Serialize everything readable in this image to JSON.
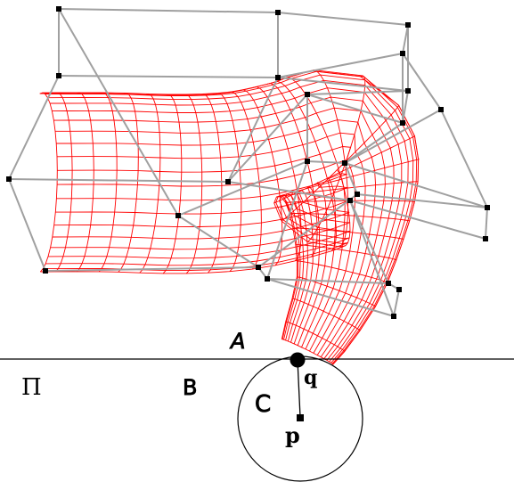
{
  "labels": {
    "plane": "Π",
    "region_a": "A",
    "region_b": "B",
    "region_c": "C",
    "point_q": "q",
    "point_p": "p"
  },
  "colors": {
    "mesh": "#ff0000",
    "control_net": "#a0a0a0",
    "control_point": "#000000",
    "line": "#000000"
  }
}
